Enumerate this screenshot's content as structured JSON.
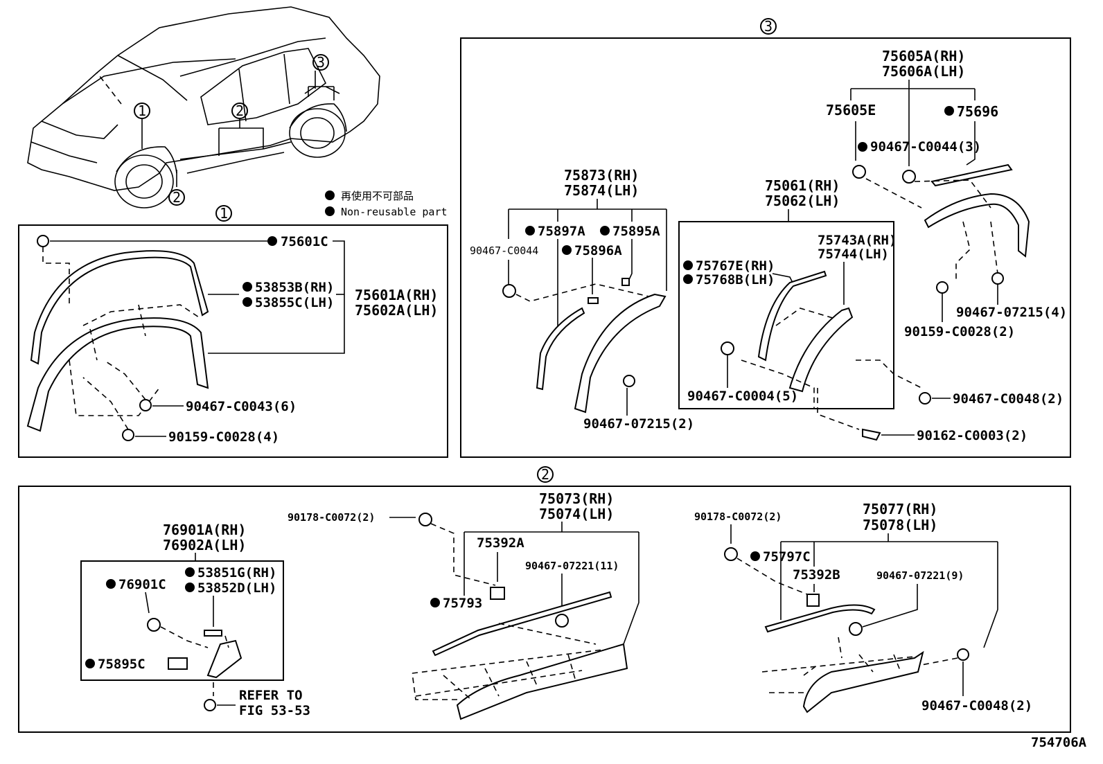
{
  "figure_code": "754706A",
  "legend": {
    "bullet_jp": "再使用不可部品",
    "bullet_en": "Non-reusable part"
  },
  "overview": {
    "callouts": [
      "1",
      "2",
      "2",
      "3"
    ]
  },
  "section1": {
    "number": "1",
    "parts": {
      "p75601C": "75601C",
      "p53853B": "53853B(RH)",
      "p53855C": "53855C(LH)",
      "p75601A": "75601A(RH)",
      "p75602A": "75602A(LH)",
      "p90467C0043": "90467-C0043(6)",
      "p90159C0028": "90159-C0028(4)"
    }
  },
  "section3": {
    "number": "3",
    "parts": {
      "p75605A": "75605A(RH)",
      "p75606A": "75606A(LH)",
      "p75605E": "75605E",
      "p75696": "75696",
      "p90467C0044_3": "90467-C0044(3)",
      "p90467_07215_4": "90467-07215(4)",
      "p90159C0028_2": "90159-C0028(2)",
      "p90467C0048_2": "90467-C0048(2)",
      "p90162C0003_2": "90162-C0003(2)",
      "p75873": "75873(RH)",
      "p75874": "75874(LH)",
      "p75897A": "75897A",
      "p75895A": "75895A",
      "p90467C0044": "90467-C0044",
      "p75896A": "75896A",
      "p90467_07215_2": "90467-07215(2)",
      "p75061": "75061(RH)",
      "p75062": "75062(LH)",
      "p75743A": "75743A(RH)",
      "p75744": "75744(LH)",
      "p75767E": "75767E(RH)",
      "p75768B": "75768B(LH)",
      "p90467C0004_5": "90467-C0004(5)"
    }
  },
  "section2": {
    "number": "2",
    "parts": {
      "p76901A": "76901A(RH)",
      "p76902A": "76902A(LH)",
      "p76901C": "76901C",
      "p53851G": "53851G(RH)",
      "p53852D": "53852D(LH)",
      "p75895C": "75895C",
      "refer1": "REFER TO",
      "refer2": "FIG 53-53",
      "p90178a": "90178-C0072(2)",
      "p75073": "75073(RH)",
      "p75074": "75074(LH)",
      "p75392A": "75392A",
      "p90467_07221_11": "90467-07221(11)",
      "p75793": "75793",
      "p90178b": "90178-C0072(2)",
      "p75077": "75077(RH)",
      "p75078": "75078(LH)",
      "p75797C": "75797C",
      "p75392B": "75392B",
      "p90467_07221_9": "90467-07221(9)",
      "p90467C0048_2b": "90467-C0048(2)"
    }
  }
}
